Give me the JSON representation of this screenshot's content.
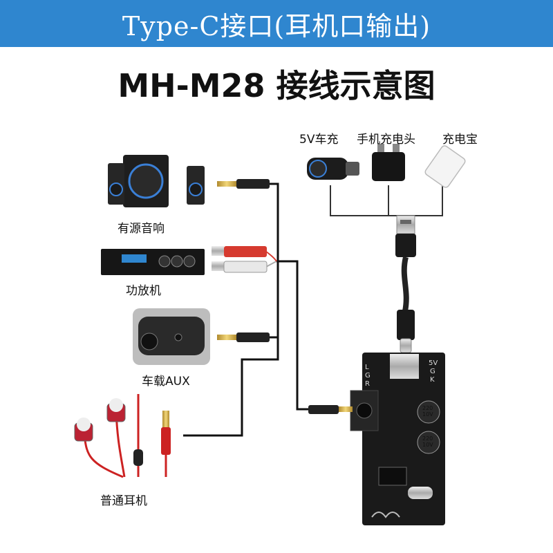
{
  "header": {
    "banner_title": "Type-C接口(耳机口输出)",
    "subtitle": "MH-M28 接线示意图"
  },
  "power_sources": {
    "car_charger": "5V车充",
    "phone_charger": "手机充电头",
    "power_bank": "充电宝"
  },
  "devices": {
    "active_speaker": "有源音响",
    "amplifier": "功放机",
    "car_aux": "车载AUX",
    "earphones": "普通耳机"
  },
  "board": {
    "pin_labels_left": [
      "L",
      "G",
      "R"
    ],
    "pin_labels_right": [
      "5V",
      "G",
      "K"
    ],
    "capacitor_top": [
      "220",
      "10V"
    ],
    "capacitor_bottom": [
      "220",
      "10V"
    ]
  },
  "colors": {
    "banner": "#2f86cf",
    "cable": "#111111",
    "power_line": "#333333",
    "board": "#1a1a1a",
    "rca_red": "#d63a2f"
  }
}
